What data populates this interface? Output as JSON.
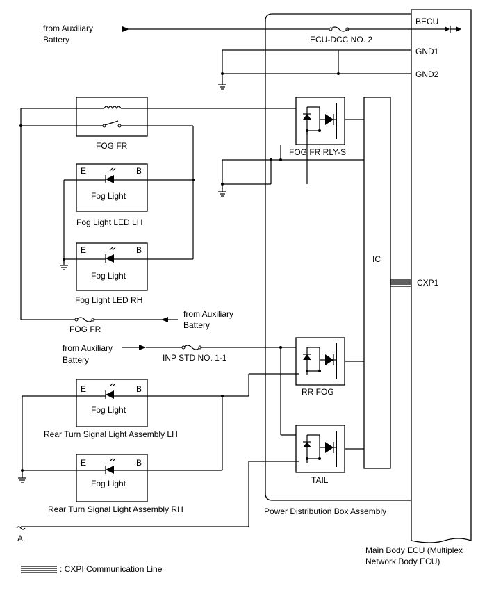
{
  "sources": {
    "aux_top": [
      "from Auxiliary",
      "Battery"
    ],
    "aux_mid": [
      "from Auxiliary",
      "Battery"
    ],
    "aux_lower": [
      "from Auxiliary",
      "Battery"
    ]
  },
  "fuses": {
    "ecu_dcc": "ECU-DCC NO. 2",
    "fog_fr": "FOG FR",
    "inp_std": "INP STD NO. 1-1"
  },
  "ecu_pins": {
    "becu": "BECU",
    "gnd1": "GND1",
    "gnd2": "GND2",
    "cxp1": "CXP1"
  },
  "relays": {
    "fog_fr_relay_coil": "FOG FR",
    "fog_fr_rly_s": "FOG FR RLY-S",
    "rr_fog": "RR FOG",
    "tail": "TAIL"
  },
  "ic_label": "IC",
  "lamps": {
    "terminal_e": "E",
    "terminal_b": "B",
    "inner_label": "Fog Light",
    "front_lh": "Fog Light LED LH",
    "front_rh": "Fog Light LED RH",
    "rear_lh": "Rear Turn Signal Light Assembly LH",
    "rear_rh": "Rear Turn Signal Light Assembly RH"
  },
  "assemblies": {
    "pdb": "Power Distribution Box Assembly",
    "main_ecu": [
      "Main Body ECU (Multiplex",
      "Network Body ECU)"
    ]
  },
  "connector_a": "A",
  "legend": ": CXPI Communication Line"
}
